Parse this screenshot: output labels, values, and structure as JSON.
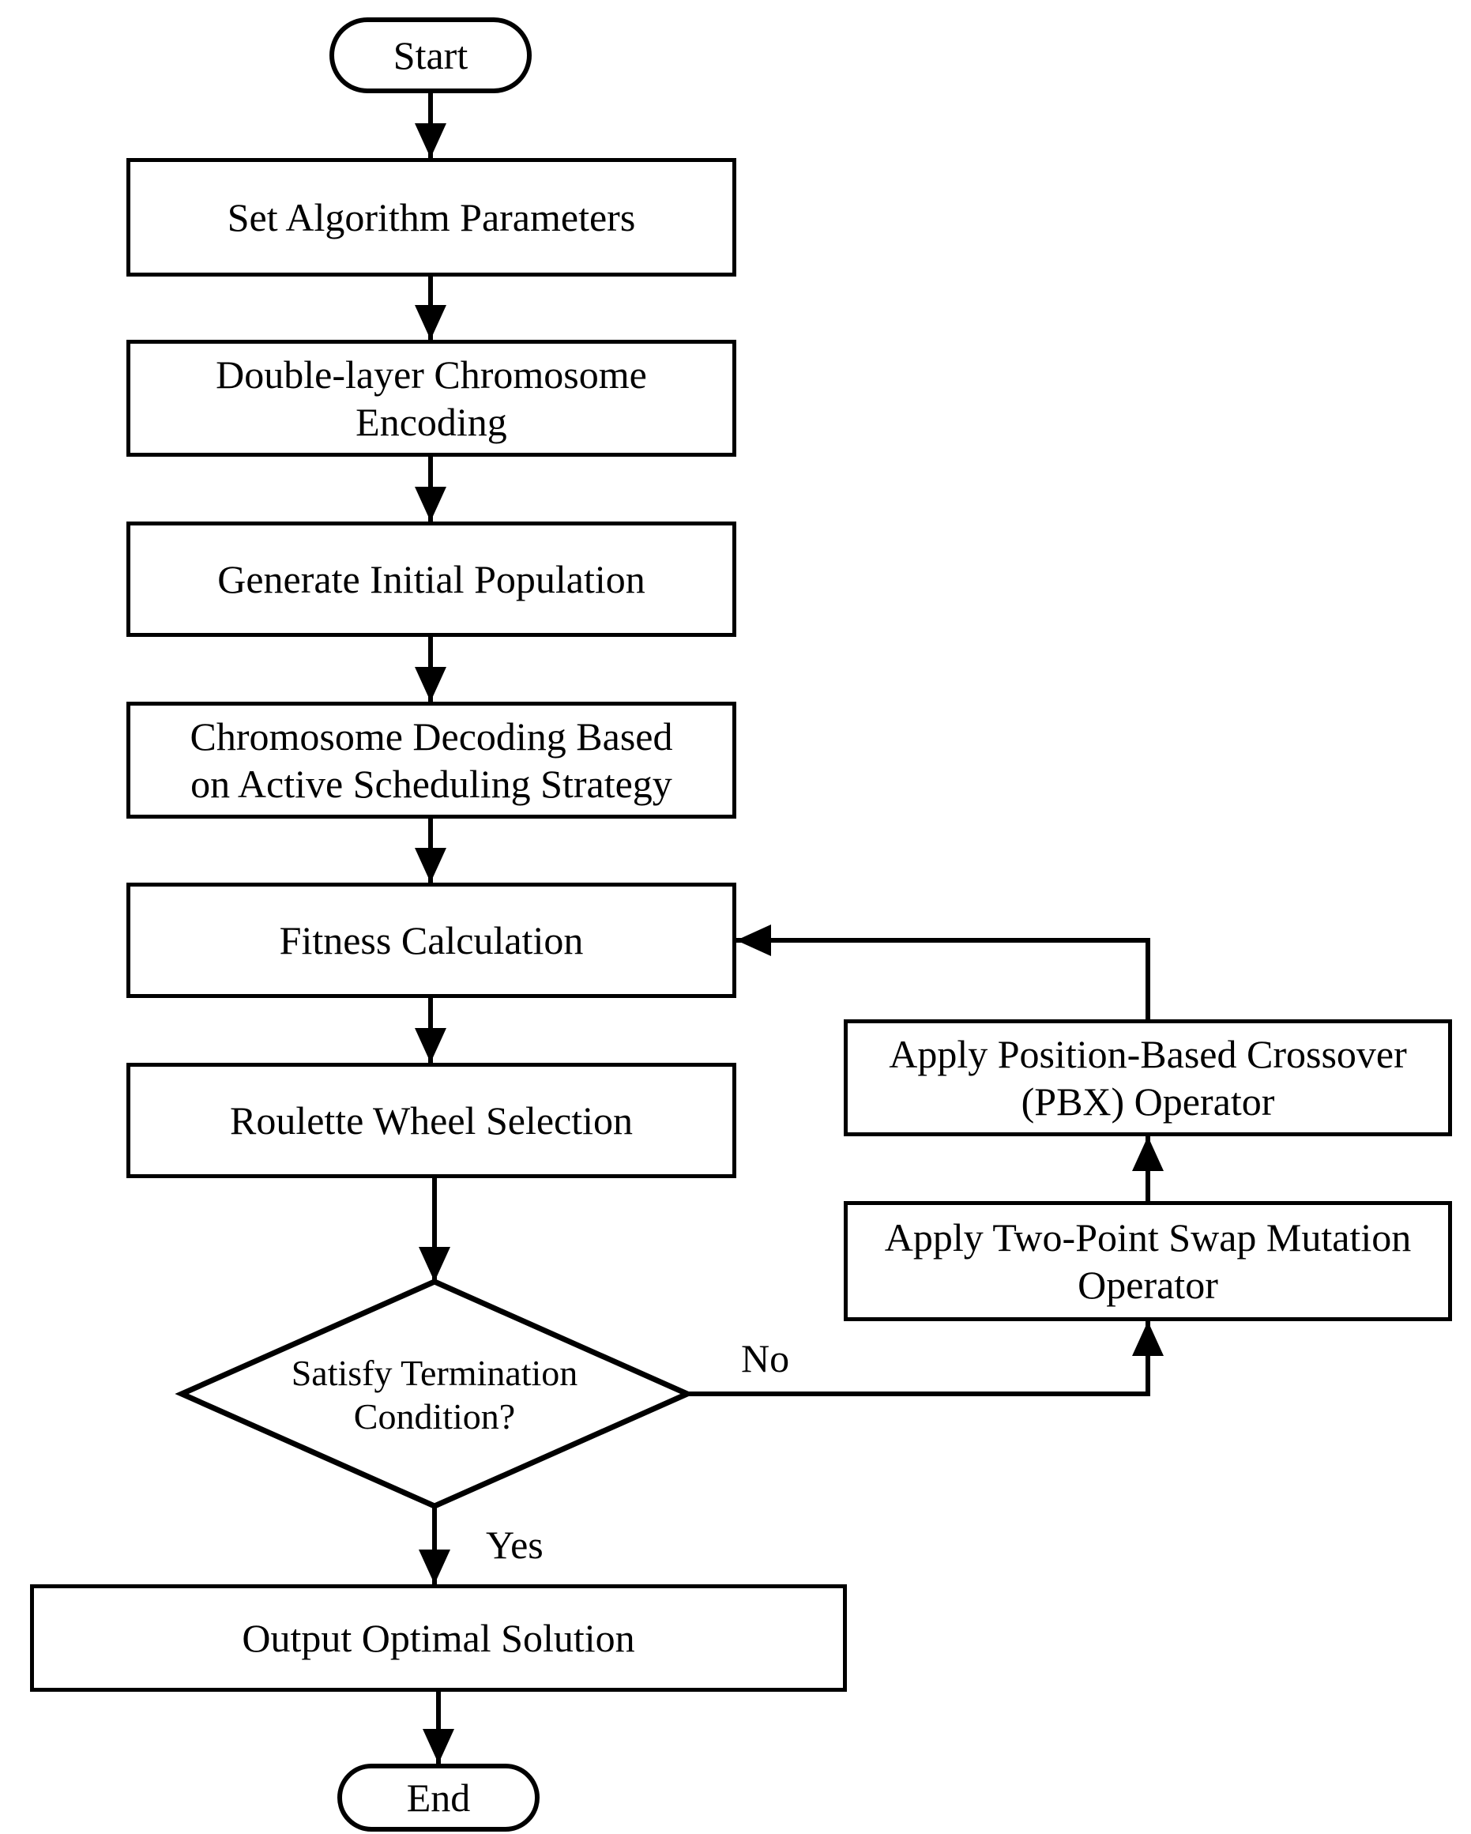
{
  "diagram": {
    "background": "#ffffff",
    "stroke_color": "#000000",
    "node_fill": "#ffffff",
    "text_color": "#000000"
  },
  "nodes": {
    "start": {
      "type": "terminator",
      "label": "Start"
    },
    "set_params": {
      "type": "process",
      "label": "Set Algorithm Parameters"
    },
    "encoding": {
      "type": "process",
      "label": [
        "Double-layer Chromosome",
        "Encoding"
      ]
    },
    "init_population": {
      "type": "process",
      "label": "Generate Initial Population"
    },
    "decoding": {
      "type": "process",
      "label": [
        "Chromosome Decoding Based",
        "on Active Scheduling Strategy"
      ]
    },
    "fitness": {
      "type": "process",
      "label": "Fitness Calculation"
    },
    "selection": {
      "type": "process",
      "label": "Roulette Wheel Selection"
    },
    "termination": {
      "type": "decision",
      "label": [
        "Satisfy Termination",
        "Condition?"
      ]
    },
    "crossover": {
      "type": "process",
      "label": [
        "Apply Position-Based Crossover",
        "(PBX) Operator"
      ]
    },
    "mutation": {
      "type": "process",
      "label": [
        "Apply Two-Point Swap Mutation",
        "Operator"
      ]
    },
    "output": {
      "type": "process",
      "label": "Output  Optimal Solution"
    },
    "end": {
      "type": "terminator",
      "label": "End"
    }
  },
  "edge_labels": {
    "yes": "Yes",
    "no": "No"
  },
  "edges": [
    {
      "from": "start",
      "to": "set_params"
    },
    {
      "from": "set_params",
      "to": "encoding"
    },
    {
      "from": "encoding",
      "to": "init_population"
    },
    {
      "from": "init_population",
      "to": "decoding"
    },
    {
      "from": "decoding",
      "to": "fitness"
    },
    {
      "from": "fitness",
      "to": "selection"
    },
    {
      "from": "selection",
      "to": "termination"
    },
    {
      "from": "termination",
      "to": "output",
      "label": "Yes"
    },
    {
      "from": "output",
      "to": "end"
    },
    {
      "from": "termination",
      "to": "mutation",
      "label": "No"
    },
    {
      "from": "mutation",
      "to": "crossover"
    },
    {
      "from": "crossover",
      "to": "fitness"
    }
  ]
}
